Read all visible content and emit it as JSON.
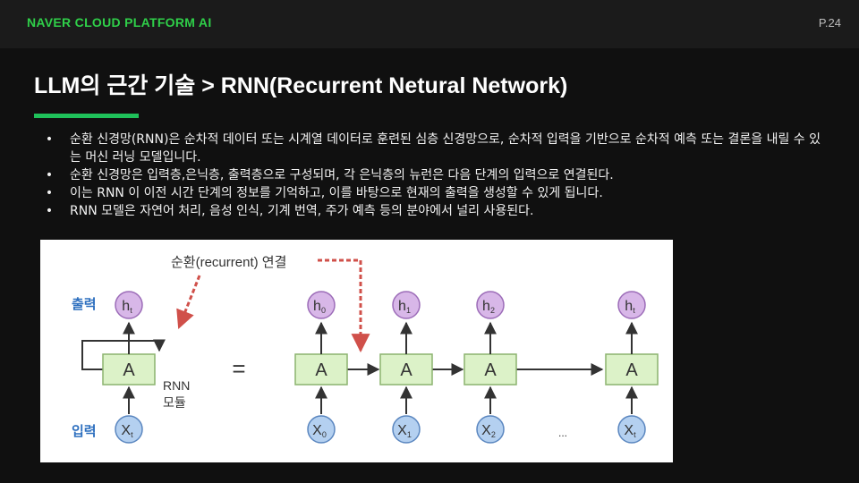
{
  "header": {
    "brand": "NAVER CLOUD PLATFORM AI",
    "page": "P.24"
  },
  "slide": {
    "title": "LLM의 근간 기술 > RNN(Recurrent Netural Network)",
    "bullets": [
      "순환 신경망(RNN)은 순차적 데이터 또는 시계열 데이터로 훈련된 심층 신경망으로, 순차적 입력을 기반으로 순차적 예측 또는 결론을 내릴 수 있는 머신 러닝 모델입니다.",
      "순환 신경망은 입력층,은닉층, 출력층으로 구성되며, 각 은닉층의 뉴런은 다음 단계의 입력으로 연결된다.",
      "이는 RNN 이 이전 시간 단계의 정보를 기억하고, 이를 바탕으로 현재의 출력을 생성할 수 있게 됩니다.",
      "RNN 모델은 자연어 처리, 음성 인식, 기계 번역, 주가 예측 등의 분야에서 널리 사용된다."
    ],
    "bullet_marker": "•"
  },
  "diagram": {
    "recurrent_label": "순환(recurrent) 연결",
    "output_label": "출력",
    "input_label": "입력",
    "module_label_line1": "RNN",
    "module_label_line2": "모듈",
    "equals": "=",
    "cell_label": "A",
    "ellipsis": "...",
    "rolled": {
      "h": "h",
      "h_sub": "t",
      "x": "X",
      "x_sub": "t"
    },
    "unrolled": [
      {
        "h": "h",
        "h_sub": "0",
        "x": "X",
        "x_sub": "0"
      },
      {
        "h": "h",
        "h_sub": "1",
        "x": "X",
        "x_sub": "1"
      },
      {
        "h": "h",
        "h_sub": "2",
        "x": "X",
        "x_sub": "2"
      },
      {
        "h": "h",
        "h_sub": "t",
        "x": "X",
        "x_sub": "t"
      }
    ],
    "colors": {
      "cell_fill": "#dcf2c8",
      "cell_stroke": "#8bb36f",
      "h_fill": "#d8b7e8",
      "h_stroke": "#9c6cb8",
      "x_fill": "#b4d0f0",
      "x_stroke": "#5a86bf",
      "label_blue": "#2d6fbf",
      "recurrent_red": "#d0504a"
    }
  }
}
